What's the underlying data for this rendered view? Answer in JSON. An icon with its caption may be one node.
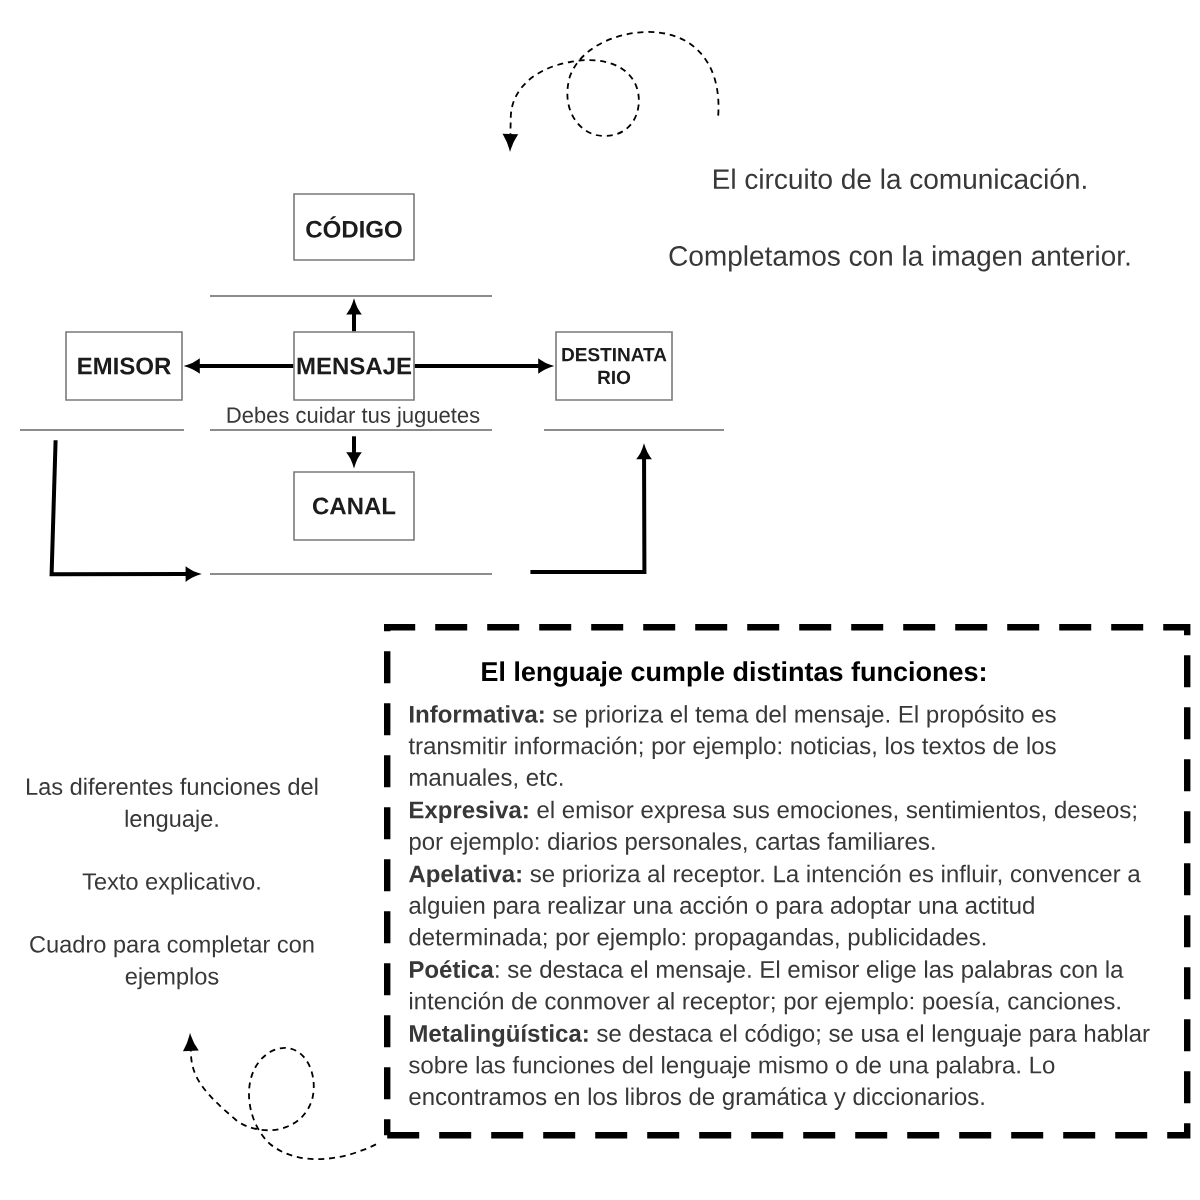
{
  "diagram": {
    "nodes": [
      {
        "text": [
          "CÓDIGO"
        ]
      },
      {
        "text": [],
        "shape": "line"
      },
      {
        "text": [
          "EMISOR"
        ]
      },
      {
        "text": [
          "MENSAJE"
        ]
      },
      {
        "text": [
          "DESTINATA RIO"
        ]
      },
      {
        "text": [],
        "shape": "line"
      },
      {
        "text": [],
        "shape": "line"
      },
      {
        "text": [],
        "shape": "line"
      },
      {
        "text": [
          "CANAL"
        ]
      },
      {
        "text": [],
        "shape": "line"
      },
      {
        "text": [
          "El circuito de la comunicación.",
          "Completamos con la imagen anterior."
        ]
      },
      {
        "text": [
          "El lenguaje cumple distintas funciones:",
          "**Informativa:** se prioriza el tema del mensaje. El propósito es transmitir información; por ejemplo: noticias, los textos de los manuales, etc.",
          "**Expresiva:** el emisor expresa sus emociones, sentimientos, deseos; por ejemplo: diarios personales, cartas familiares.",
          "**Apelativa:** se prioriza al receptor. La intención es influir, convencer a alguien para realizar una acción o para adoptar una actitud determinada; por ejemplo: propagandas, publicidades.",
          "**Poética**: se destaca el mensaje. El emisor elige las palabras con la intención de conmover al receptor; por ejemplo: poesía, canciones.",
          "**Metalingüística:** se destaca el código; se usa el lenguaje para hablar sobre las funciones del lenguaje mismo o de una palabra. Lo encontramos en los libros de gramática y diccionarios."
        ]
      },
      {
        "text": [
          "Las diferentes funciones del lenguaje.",
          "Texto explicativo.",
          "Cuadro para completar con ejemplos"
        ]
      }
    ],
    "edges": [
      {
        "from": 3,
        "to": 1,
        "arrow": "to"
      },
      {
        "from": 3,
        "to": 2,
        "arrow": "to"
      },
      {
        "from": 3,
        "to": 4,
        "arrow": "to"
      },
      {
        "from": 6,
        "to": 8,
        "arrow": "to"
      },
      {
        "from": 5,
        "to": 9,
        "arrow": "to"
      },
      {
        "from": 9,
        "to": 7,
        "arrow": "to"
      },
      {
        "from": 10,
        "to": null,
        "arrow": "to",
        "style": "dashed"
      },
      {
        "from": 11,
        "to": 12,
        "arrow": "to",
        "style": "dashed"
      }
    ],
    "labels": [
      "Debes cuidar tus juguetes"
    ]
  }
}
